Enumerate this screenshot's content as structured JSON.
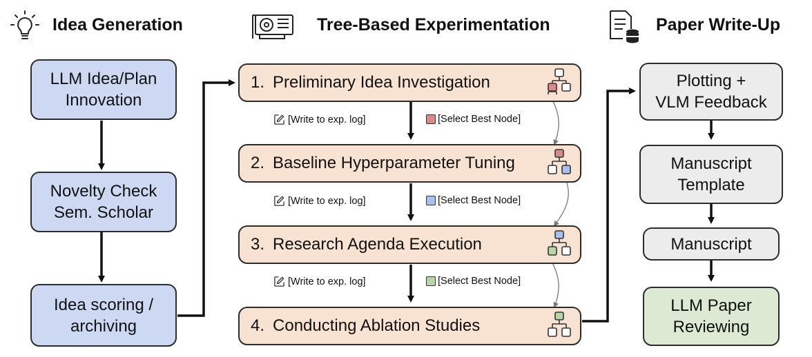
{
  "columns": {
    "idea": {
      "title": "Idea Generation",
      "icon": "lightbulb-icon"
    },
    "experiment": {
      "title": "Tree-Based Experimentation",
      "icon": "gpu-icon"
    },
    "paper": {
      "title": "Paper Write-Up",
      "icon": "document-database-icon"
    }
  },
  "idea_boxes": [
    {
      "text": "LLM Idea/Plan\nInnovation"
    },
    {
      "text": "Novelty Check\nSem. Scholar"
    },
    {
      "text": "Idea scoring /\narchiving"
    }
  ],
  "stages": [
    {
      "number": "1.",
      "label": "Preliminary Idea Investigation"
    },
    {
      "number": "2.",
      "label": "Baseline Hyperparameter Tuning"
    },
    {
      "number": "3.",
      "label": "Research Agenda Execution"
    },
    {
      "number": "4.",
      "label": "Conducting Ablation Studies"
    }
  ],
  "notes": {
    "write_log": "[Write to exp. log]",
    "select_best": "[Select Best Node]"
  },
  "paper_boxes": [
    {
      "text": "Plotting +\nVLM Feedback"
    },
    {
      "text": "Manuscript\nTemplate"
    },
    {
      "text": "Manuscript"
    },
    {
      "text": "LLM Paper\nReviewing"
    }
  ],
  "colors": {
    "idea_fill": "#cdd9f2",
    "stage_fill": "#f8e3d2",
    "paper_fill": "#ececec",
    "review_fill": "#dcead4",
    "node_red": "#d98b8b",
    "node_blue": "#a9bff0",
    "node_green": "#b7d7a8",
    "border": "#2b2b2b"
  }
}
